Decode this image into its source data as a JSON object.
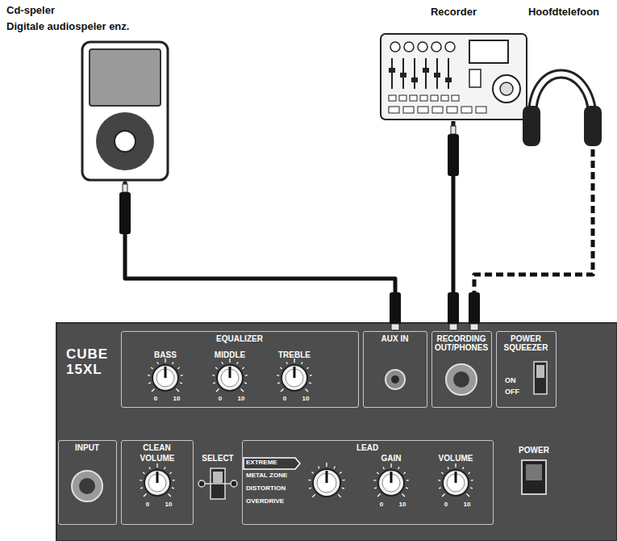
{
  "diagram": {
    "nodes": [
      {
        "text": [
          "Cd-speler",
          "Digitale audiospeler enz."
        ]
      },
      {
        "text": [
          "Recorder"
        ]
      },
      {
        "text": [
          "Hoofdtelefoon"
        ]
      },
      {
        "text": [
          "CUBE 15XL"
        ]
      },
      {
        "text": [
          "EQUALIZER"
        ],
        "in": 3
      },
      {
        "text": [
          "AUX IN"
        ],
        "in": 3
      },
      {
        "text": [
          "RECORDING OUT/PHONES"
        ],
        "in": 3
      },
      {
        "text": [
          "POWER SQUEEZER",
          "ON",
          "OFF"
        ],
        "in": 3
      },
      {
        "text": [
          "INPUT"
        ],
        "in": 3
      },
      {
        "text": [
          "CLEAN"
        ],
        "in": 3
      },
      {
        "text": [
          "LEAD"
        ],
        "in": 3
      }
    ],
    "edges": [
      {
        "from": 0,
        "to": 5,
        "arrow": "none"
      },
      {
        "from": 1,
        "to": 6,
        "arrow": "none"
      },
      {
        "from": 2,
        "to": 6,
        "arrow": "none"
      }
    ],
    "labels": [
      "BASS",
      "0",
      "10",
      "MIDDLE",
      "0",
      "10",
      "TREBLE",
      "0",
      "10",
      "VOLUME",
      "0",
      "10",
      "SELECT",
      "EXTREME",
      "METAL ZONE",
      "DISTORTION",
      "OVERDRIVE",
      "GAIN",
      "0",
      "10",
      "VOLUME",
      "0",
      "10",
      "POWER"
    ]
  }
}
